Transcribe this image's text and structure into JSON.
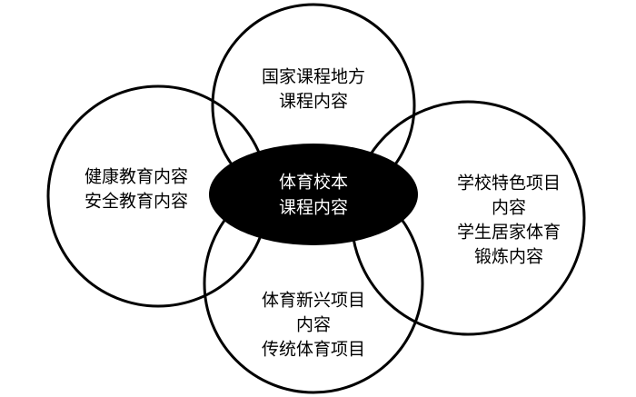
{
  "diagram": {
    "center": {
      "lines": [
        "体育校本",
        "课程内容"
      ],
      "color": "#000000"
    },
    "top": {
      "lines": [
        "国家课程地方",
        "课程内容"
      ]
    },
    "left": {
      "lines": [
        "健康教育内容",
        "安全教育内容"
      ]
    },
    "right": {
      "lines": [
        "学校特色项目",
        "内容",
        "学生居家体育",
        "锻炼内容"
      ]
    },
    "bottom": {
      "lines": [
        "体育新兴项目",
        "内容",
        "传统体育项目"
      ]
    }
  }
}
